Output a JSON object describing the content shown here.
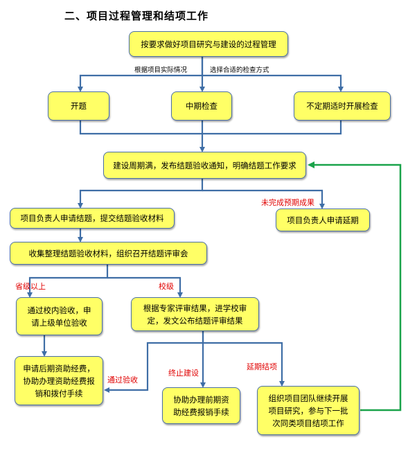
{
  "heading": "二、项目过程管理和结项工作",
  "nodes": {
    "n1": "按要求做好项目研究与建设的过程管理",
    "n2": "开题",
    "n3": "中期检查",
    "n4": "不定期适时开展检查",
    "n5": "建设周期满，发布结题验收通知，明确结题工作要求",
    "n6": "项目负责人申请结题，提交结题验收材料",
    "n7": "项目负责人申请延期",
    "n8": "收集整理结题验收材料，组织召开结题评审会",
    "n9": "通过校内验收，申请上级单位验收",
    "n10": "根据专家评审结果，进学校审定，发文公布结题评审结果",
    "n11": "申请后期资助经费，协助办理资助经费报销和拨付手续",
    "n12": "协助办理前期资助经费报销手续",
    "n13": "组织项目团队继续开展项目研究，参与下一批次同类项目结项工作"
  },
  "labels": {
    "l1": "根据项目实际情况",
    "l2": "选择合适的检查方式",
    "l3": "未完成预期成果",
    "l4": "省级以上",
    "l5": "校级",
    "l6": "通过验收",
    "l7": "终止建设",
    "l8": "延期结项"
  },
  "colors": {
    "box_fill": "#ffff66",
    "connector": "#3f6ea6",
    "return_arrow": "#1aa34a",
    "label_red": "#e00000"
  }
}
